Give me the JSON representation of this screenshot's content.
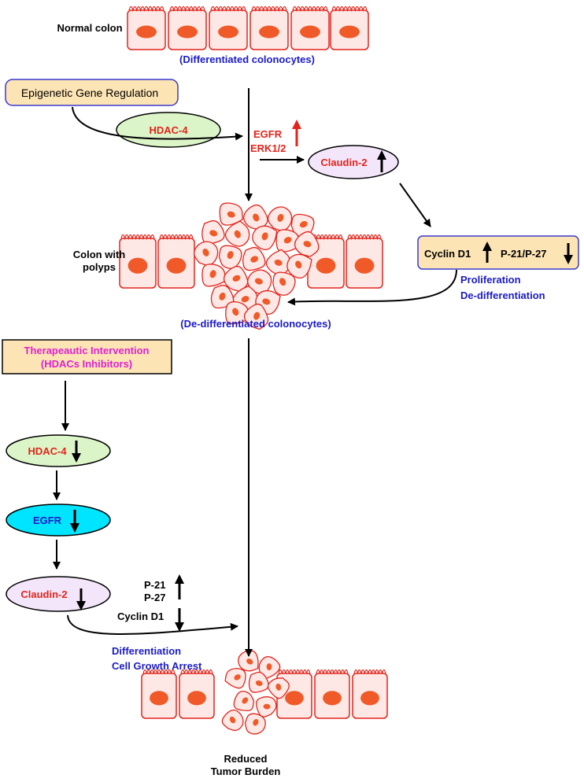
{
  "colors": {
    "cell_fill": "#fde8e6",
    "cell_stroke": "#e3241b",
    "nucleus": "#f05a28",
    "label_red": "#e3241b",
    "label_blue": "#1a1ac8",
    "label_magenta": "#e020d0",
    "box_tan": "#fde4b4",
    "box_border": "#3a3ad0",
    "hdac_green": "#dcf5c8",
    "claudin_lavender": "#f4e6fa",
    "egfr_cyan": "#00e5ff"
  },
  "labels": {
    "normal_colon": "Normal colon",
    "differentiated": "(Differentiated colonocytes)",
    "epigenetic": "Epigenetic Gene Regulation",
    "hdac4_top": "HDAC-4",
    "egfr_top": "EGFR",
    "erk": "ERK1/2",
    "claudin_top": "Claudin-2",
    "colon_polyps_1": "Colon with",
    "colon_polyps_2": "polyps",
    "cyclin_top": "Cyclin D1",
    "p21p27_top": "P-21/P-27",
    "proliferation": "Proliferation",
    "dedifferentiation": "De-differentiation",
    "dedifferentiated": "(De-differentiated colonocytes)",
    "therapeutic_1": "Therapeautic Intervention",
    "therapeutic_2": "(HDACs Inhibitors)",
    "hdac4_bottom": "HDAC-4",
    "egfr_bottom": "EGFR",
    "claudin_bottom": "Claudin-2",
    "p21": "P-21",
    "p27": "P-27",
    "cyclin_bottom": "Cyclin D1",
    "differentiation": "Differentiation",
    "growth_arrest": "Cell Growth Arrest",
    "reduced_1": "Reduced",
    "reduced_2": "Tumor Burden"
  },
  "icons": {
    "up": "arrow-up-icon",
    "down": "arrow-down-icon"
  }
}
